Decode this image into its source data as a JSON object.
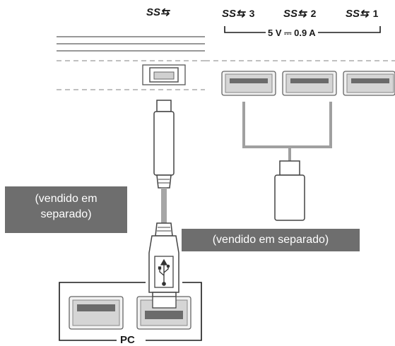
{
  "monitor": {
    "upstream_port_logo": "SS⇆",
    "downstream_ports": [
      {
        "logo": "SS⇆",
        "number": "3"
      },
      {
        "logo": "SS⇆",
        "number": "2"
      },
      {
        "logo": "SS⇆",
        "number": "1"
      }
    ],
    "power_label": "5 V ⎓ 0.9 A"
  },
  "labels": {
    "sold_separately_left": "(vendido em\nseparado)",
    "sold_separately_right": "(vendido em separado)",
    "pc": "PC"
  },
  "icons": {
    "upstream_port": "usb-type-b-port-icon",
    "downstream_port": "usb-type-a-port-icon",
    "cable_plug_b": "usb-type-b-plug-icon",
    "cable_plug_a": "usb-type-a-plug-icon",
    "usb_device": "usb-flash-drive-icon",
    "usb_symbol": "usb-trident-icon"
  },
  "colors": {
    "line": "#1a1a1a",
    "connector_fill": "#cfcfcf",
    "connector_outline": "#555555",
    "label_bg": "#6e6e6e",
    "dashed": "#9a9a9a"
  }
}
